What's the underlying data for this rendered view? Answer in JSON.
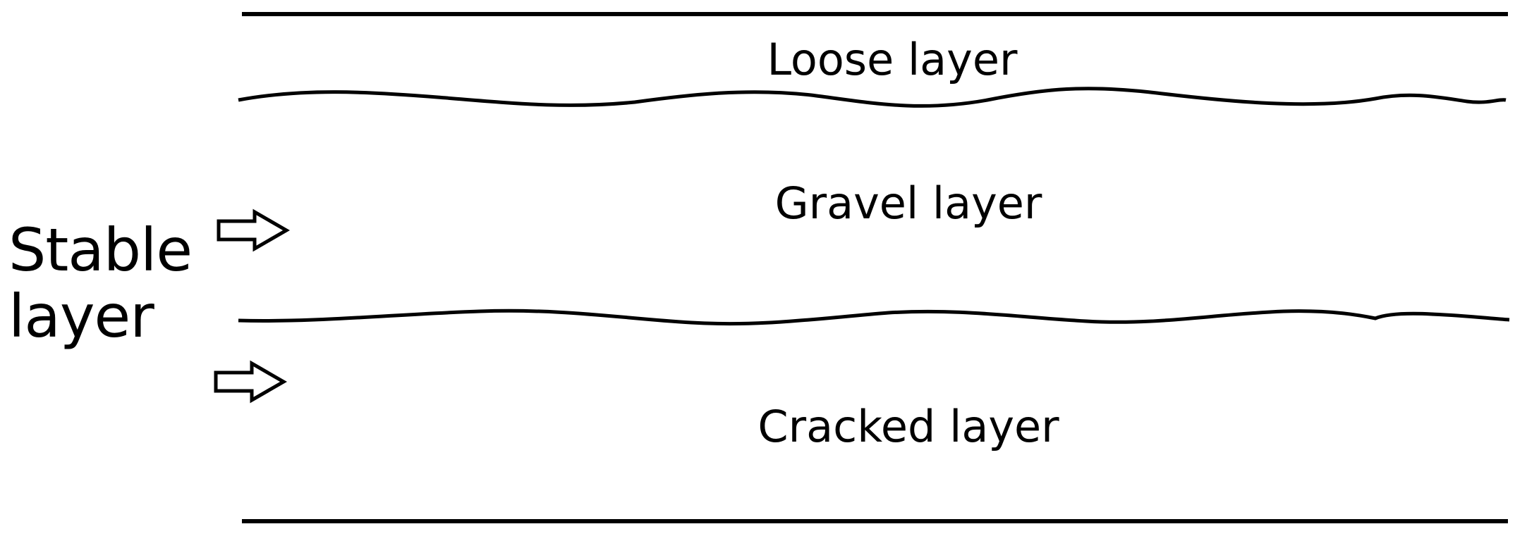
{
  "layers": [
    {
      "label": "Loose layer"
    },
    {
      "label": "Gravel layer"
    },
    {
      "label": "Cracked layer"
    }
  ],
  "side_label": {
    "line1": "Stable",
    "line2": "layer"
  },
  "colors": {
    "ink": "#000000",
    "background": "#ffffff"
  }
}
